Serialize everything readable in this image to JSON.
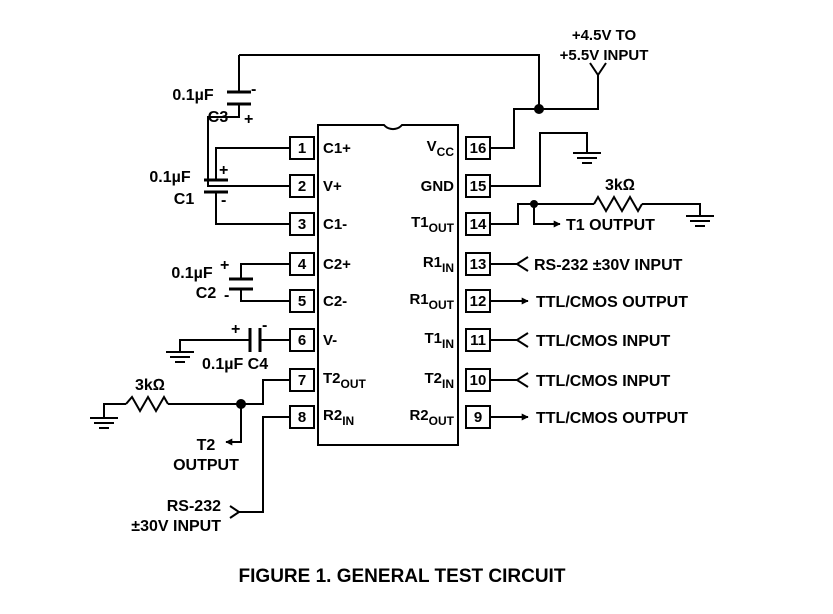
{
  "power": {
    "line1": "+4.5V TO",
    "line2": "+5.5V INPUT"
  },
  "capacitors": {
    "c3": {
      "value": "0.1µF",
      "name": "C3",
      "minus": "-",
      "plus": "+"
    },
    "c1": {
      "value": "0.1µF",
      "name": "C1",
      "plus": "+",
      "minus": "-"
    },
    "c2": {
      "value": "0.1µF",
      "name": "C2",
      "plus": "+",
      "minus": "-"
    },
    "c4": {
      "label": "0.1µF C4",
      "plus": "+",
      "minus": "-"
    }
  },
  "resistors": {
    "r1": "3kΩ",
    "r2": "3kΩ"
  },
  "chip": {
    "left_pins": [
      {
        "num": "1",
        "name": "C1+",
        "sub": ""
      },
      {
        "num": "2",
        "name": "V+",
        "sub": ""
      },
      {
        "num": "3",
        "name": "C1-",
        "sub": ""
      },
      {
        "num": "4",
        "name": "C2+",
        "sub": ""
      },
      {
        "num": "5",
        "name": "C2-",
        "sub": ""
      },
      {
        "num": "6",
        "name": "V-",
        "sub": ""
      },
      {
        "num": "7",
        "name": "T2",
        "sub": "OUT"
      },
      {
        "num": "8",
        "name": "R2",
        "sub": "IN"
      }
    ],
    "right_pins": [
      {
        "num": "16",
        "name": "V",
        "sub": "CC"
      },
      {
        "num": "15",
        "name": "GND",
        "sub": ""
      },
      {
        "num": "14",
        "name": "T1",
        "sub": "OUT"
      },
      {
        "num": "13",
        "name": "R1",
        "sub": "IN"
      },
      {
        "num": "12",
        "name": "R1",
        "sub": "OUT"
      },
      {
        "num": "11",
        "name": "T1",
        "sub": "IN"
      },
      {
        "num": "10",
        "name": "T2",
        "sub": "IN"
      },
      {
        "num": "9",
        "name": "R2",
        "sub": "OUT"
      }
    ]
  },
  "signals": {
    "t1_output": "T1 OUTPUT",
    "rs232_in_r1": "RS-232 ±30V INPUT",
    "r1_out": "TTL/CMOS OUTPUT",
    "t1_in": "TTL/CMOS INPUT",
    "t2_in": "TTL/CMOS INPUT",
    "r2_out": "TTL/CMOS OUTPUT",
    "t2_output_line1": "T2",
    "t2_output_line2": "OUTPUT",
    "rs232_in_r2_line1": "RS-232",
    "rs232_in_r2_line2": "±30V INPUT"
  },
  "caption": "FIGURE 1.  GENERAL TEST CIRCUIT"
}
